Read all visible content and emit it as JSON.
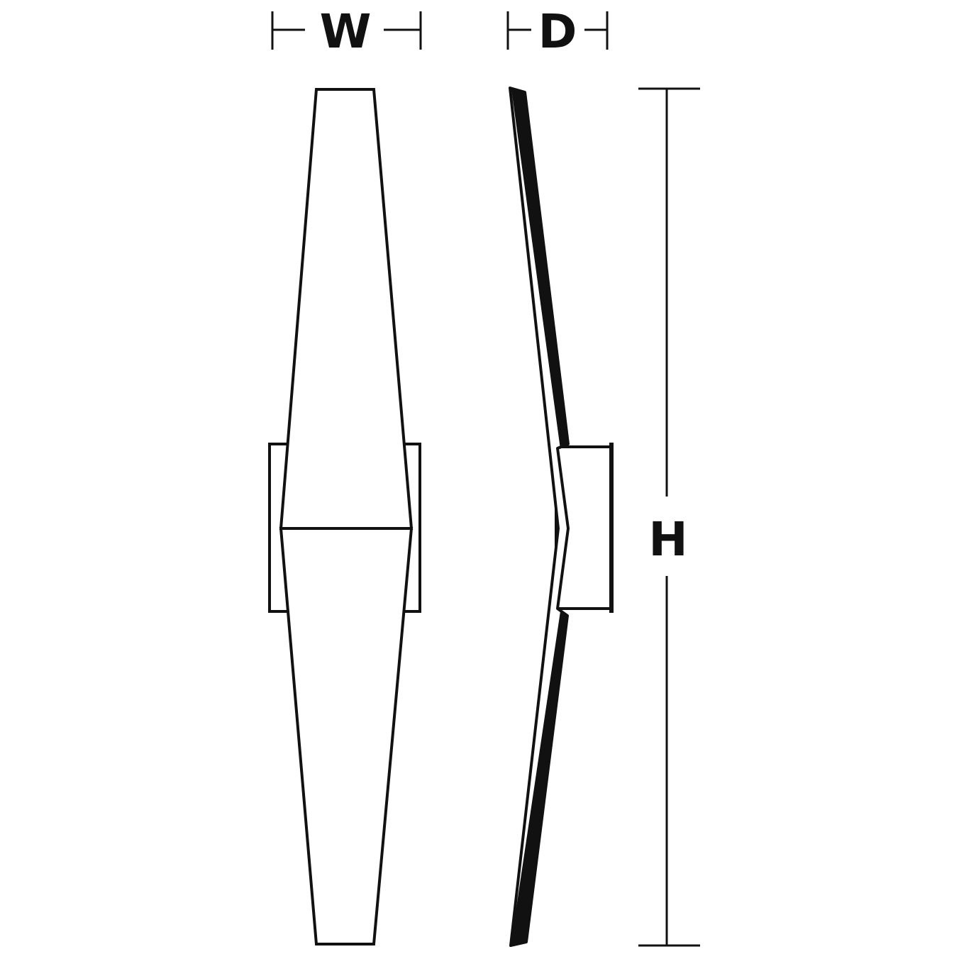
{
  "labels": {
    "width": "W",
    "depth": "D",
    "height": "H"
  },
  "colors": {
    "stroke": "#111111",
    "background": "#ffffff"
  }
}
